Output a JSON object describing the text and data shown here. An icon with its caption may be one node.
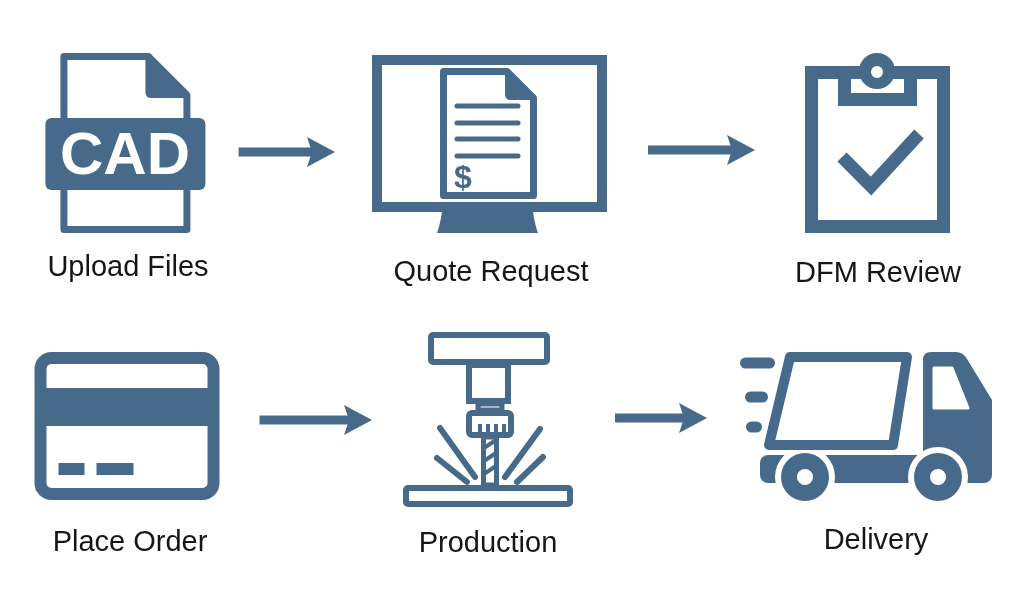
{
  "diagram": {
    "nodes": [
      {
        "text": [
          "CAD",
          "Upload Files"
        ]
      },
      {
        "text": [
          "$",
          "Quote Request"
        ]
      },
      {
        "text": [
          "DFM Review"
        ]
      },
      {
        "text": [
          "Place Order"
        ]
      },
      {
        "text": [
          "Production"
        ]
      },
      {
        "text": [
          "Delivery"
        ]
      }
    ],
    "edges": [
      {
        "from": 0,
        "to": 1,
        "arrow": "to"
      },
      {
        "from": 1,
        "to": 2,
        "arrow": "to"
      },
      {
        "from": 3,
        "to": 4,
        "arrow": "to"
      },
      {
        "from": 4,
        "to": 5,
        "arrow": "to"
      }
    ]
  }
}
